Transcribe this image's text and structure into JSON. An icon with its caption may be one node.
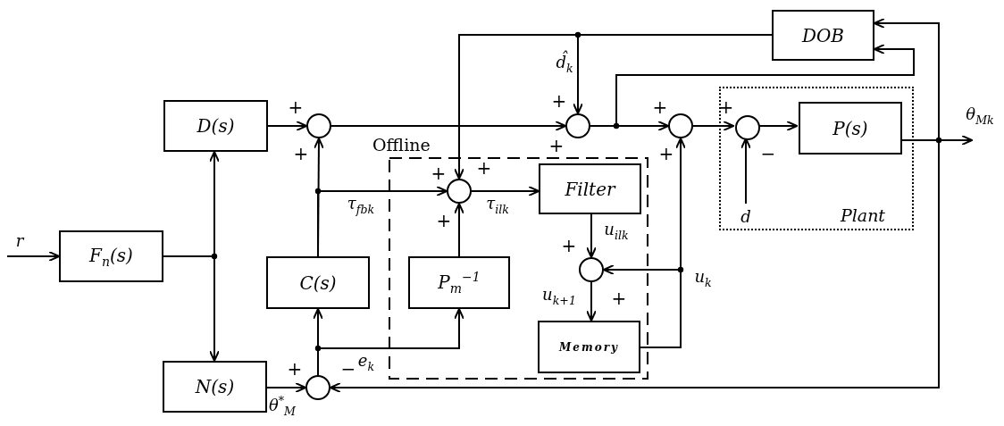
{
  "diagram": {
    "nodes": [
      {
        "text": [
          "F$_{n}$(s)"
        ]
      },
      {
        "text": [
          "D(s)"
        ]
      },
      {
        "text": [
          "N(s)"
        ]
      },
      {
        "text": [],
        "shape": "circle"
      },
      {
        "text": [
          "Offline"
        ]
      },
      {
        "text": [
          "C(s)"
        ]
      },
      {
        "text": [],
        "shape": "circle",
        "in": 4
      },
      {
        "text": [
          "P$_{m}$$^{−1}$"
        ],
        "in": 4
      },
      {
        "text": [
          "Filter"
        ],
        "in": 4
      },
      {
        "text": [],
        "shape": "circle",
        "in": 4
      },
      {
        "text": [
          "Memory"
        ],
        "in": 4
      },
      {
        "text": [],
        "shape": "circle"
      },
      {
        "text": [
          "DOB"
        ]
      },
      {
        "text": [],
        "shape": "circle"
      },
      {
        "text": [
          "Plant"
        ]
      },
      {
        "text": [],
        "shape": "circle",
        "in": 14
      },
      {
        "text": [
          "P(s)"
        ],
        "in": 14
      },
      {
        "text": [],
        "shape": "circle"
      }
    ],
    "edges": [
      {
        "from": null,
        "to": 0,
        "arrow": "to",
        "label": "r"
      },
      {
        "from": 0,
        "to": 1,
        "arrow": "to"
      },
      {
        "from": 0,
        "to": 2,
        "arrow": "to"
      },
      {
        "from": 1,
        "to": 3,
        "arrow": "to"
      },
      {
        "from": 5,
        "to": 3,
        "arrow": "to"
      },
      {
        "from": 5,
        "to": 6,
        "arrow": "to",
        "label": "τ$_{fbk}$"
      },
      {
        "from": 7,
        "to": 6,
        "arrow": "to"
      },
      {
        "from": 12,
        "to": 6,
        "arrow": "to"
      },
      {
        "from": 12,
        "to": 11,
        "arrow": "to",
        "label": "d̂$_{k}$"
      },
      {
        "from": 3,
        "to": 11,
        "arrow": "to"
      },
      {
        "from": 6,
        "to": 8,
        "arrow": "to",
        "label": "τ$_{ilk}$"
      },
      {
        "from": 8,
        "to": 9,
        "arrow": "to",
        "label": "u$_{ilk}$"
      },
      {
        "from": 9,
        "to": 10,
        "arrow": "to",
        "label": "u$_{k+1}$"
      },
      {
        "from": 10,
        "to": 9,
        "arrow": "to",
        "label": "u$_{k}$"
      },
      {
        "from": 10,
        "to": 13,
        "arrow": "to"
      },
      {
        "from": 11,
        "to": 13,
        "arrow": "to"
      },
      {
        "from": 11,
        "to": 12,
        "arrow": "to"
      },
      {
        "from": 13,
        "to": 15,
        "arrow": "to"
      },
      {
        "from": null,
        "to": 15,
        "arrow": "to",
        "label": "d"
      },
      {
        "from": 15,
        "to": 16,
        "arrow": "to"
      },
      {
        "from": 16,
        "to": null,
        "arrow": "to",
        "label": "θ$_{Mk}$"
      },
      {
        "from": 16,
        "to": 12,
        "arrow": "to"
      },
      {
        "from": 16,
        "to": 17,
        "arrow": "to"
      },
      {
        "from": 2,
        "to": 17,
        "arrow": "to",
        "label": "θ$^{*}$$_{M}$"
      },
      {
        "from": 17,
        "to": 5,
        "arrow": "to"
      },
      {
        "from": 17,
        "to": 7,
        "arrow": "to",
        "label": "e$_{k}$"
      }
    ],
    "labels": [
      "+",
      "+",
      "+",
      "+",
      "+",
      "+",
      "+",
      "−",
      "+",
      "+",
      "+",
      "+",
      "+",
      "+",
      "−"
    ]
  }
}
